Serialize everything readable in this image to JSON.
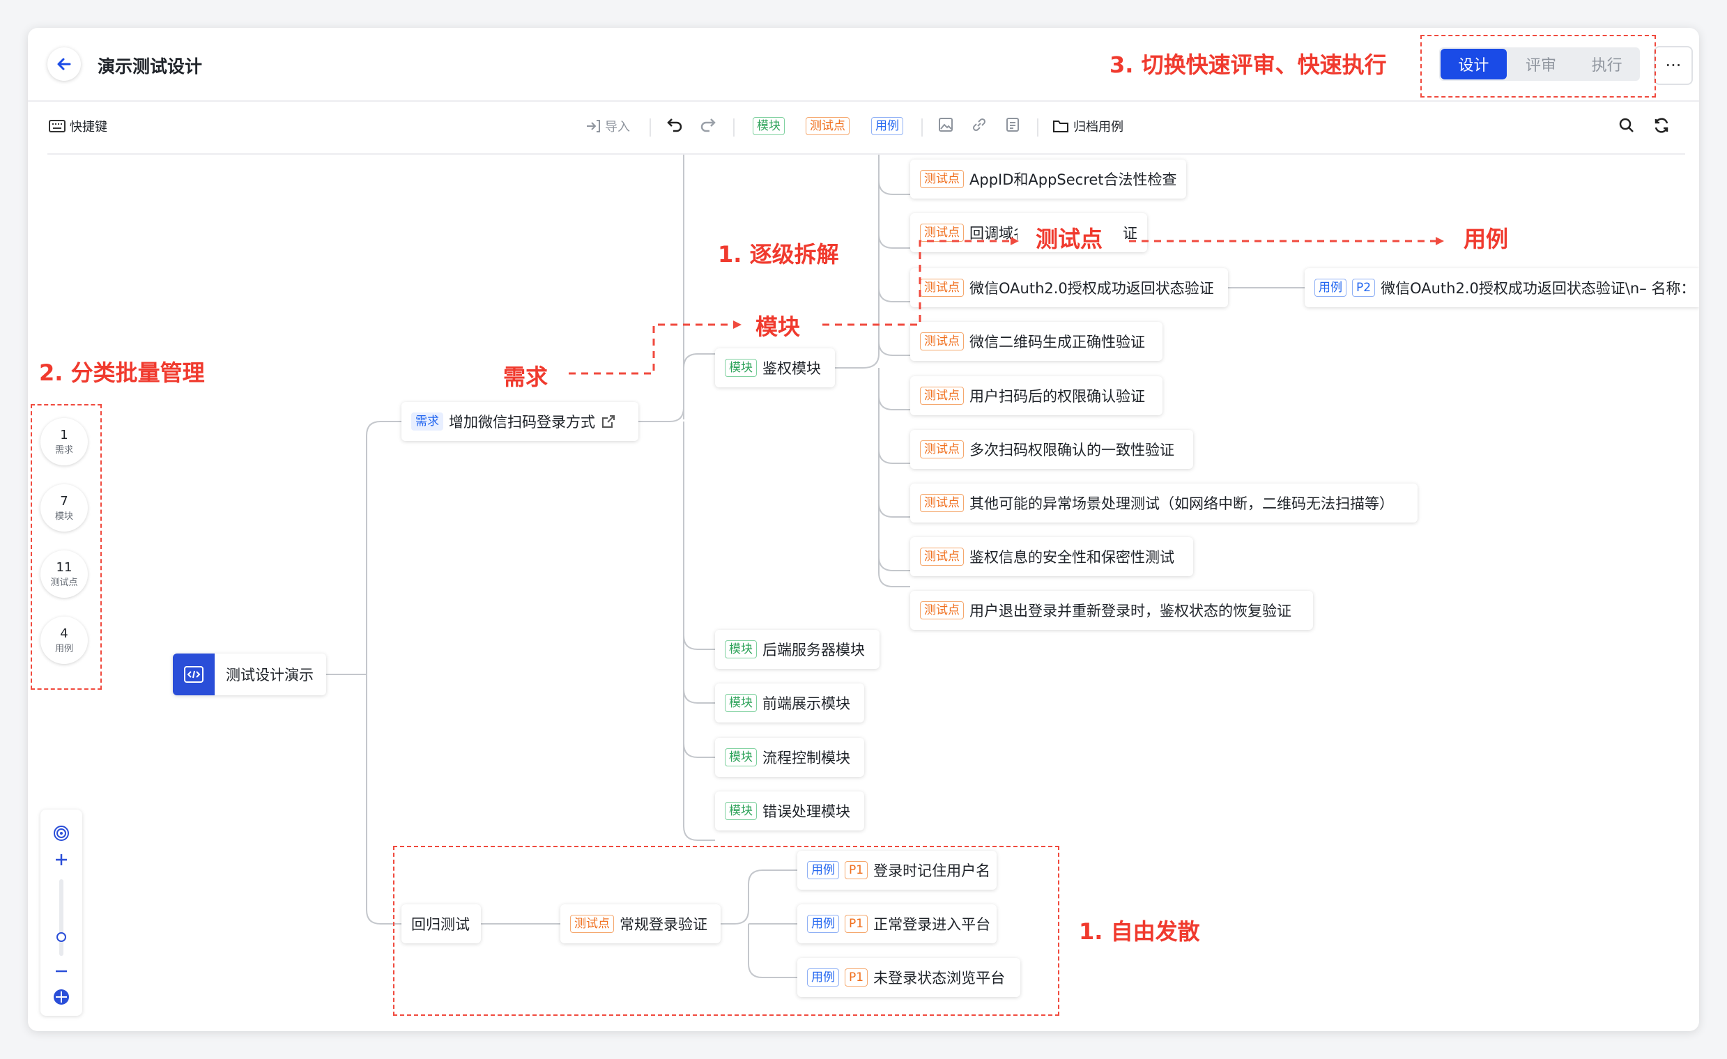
{
  "header": {
    "title": "演示测试设计",
    "tabs": [
      "设计",
      "评审",
      "执行"
    ],
    "active_tab": "设计",
    "more": "···"
  },
  "toolbar": {
    "shortcuts": "快捷键",
    "import": "导入",
    "tag_module": "模块",
    "tag_point": "测试点",
    "tag_case": "用例",
    "archive": "归档用例"
  },
  "side_counts": [
    {
      "n": "1",
      "label": "需求"
    },
    {
      "n": "7",
      "label": "模块"
    },
    {
      "n": "11",
      "label": "测试点"
    },
    {
      "n": "4",
      "label": "用例"
    }
  ],
  "tags": {
    "req": "需求",
    "module": "模块",
    "point": "测试点",
    "case": "用例",
    "p1": "P1",
    "p2": "P2"
  },
  "root": "测试设计演示",
  "requirement": "增加微信扫码登录方式",
  "modules": [
    "鉴权模块",
    "后端服务器模块",
    "前端展示模块",
    "流程控制模块",
    "错误处理模块"
  ],
  "points": [
    "AppID和AppSecret合法性检查",
    "回调域名",
    "微信OAuth2.0授权成功返回状态验证",
    "微信二维码生成正确性验证",
    "用户扫码后的权限确认验证",
    "多次扫码权限确认的一致性验证",
    "其他可能的异常场景处理测试（如网络中断，二维码无法扫描等）",
    "鉴权信息的安全性和保密性测试",
    "用户退出登录并重新登录时，鉴权状态的恢复验证"
  ],
  "point2_tail": "证",
  "case_p2": "微信OAuth2.0授权成功返回状态验证\\n– 名称：",
  "regression": "回归测试",
  "regression_point": "常规登录验证",
  "regression_cases": [
    "登录时记住用户名",
    "正常登录进入平台",
    "未登录状态浏览平台"
  ],
  "annotations": {
    "a1": "1. 逐级拆解",
    "a2": "2. 分类批量管理",
    "a3": "3. 切换快速评审、快速执行",
    "a4": "1. 自由发散",
    "req": "需求",
    "module": "模块",
    "point": "测试点",
    "case": "用例"
  }
}
